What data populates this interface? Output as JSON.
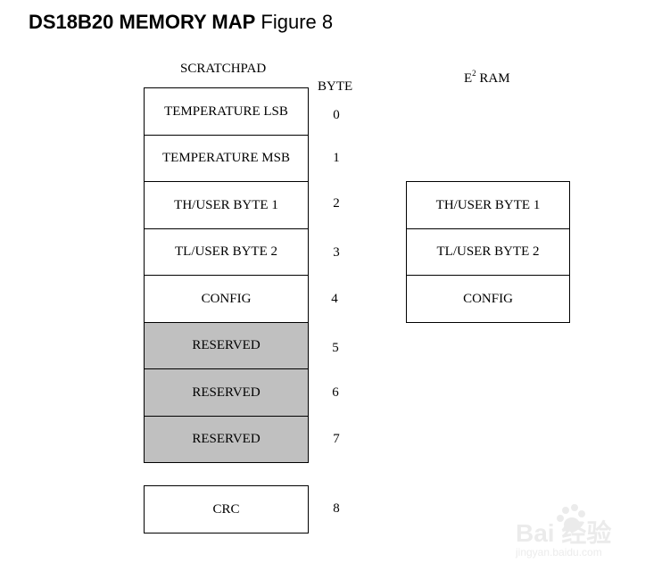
{
  "title": {
    "bold_part": "DS18B20 MEMORY MAP",
    "normal_part": "Figure 8"
  },
  "scratchpad": {
    "header": "SCRATCHPAD",
    "byte_header": "BYTE",
    "cells": [
      {
        "label": "TEMPERATURE LSB",
        "byte": "0",
        "reserved": false
      },
      {
        "label": "TEMPERATURE MSB",
        "byte": "1",
        "reserved": false
      },
      {
        "label": "TH/USER BYTE 1",
        "byte": "2",
        "reserved": false
      },
      {
        "label": "TL/USER BYTE 2",
        "byte": "3",
        "reserved": false
      },
      {
        "label": "CONFIG",
        "byte": "4",
        "reserved": false
      },
      {
        "label": "RESERVED",
        "byte": "5",
        "reserved": true
      },
      {
        "label": "RESERVED",
        "byte": "6",
        "reserved": true
      },
      {
        "label": "RESERVED",
        "byte": "7",
        "reserved": true
      },
      {
        "label": "CRC",
        "byte": "8",
        "reserved": false
      }
    ]
  },
  "eeprom": {
    "header_base": "E",
    "header_sup": "2",
    "header_rest": " RAM",
    "cells": [
      "TH/USER BYTE 1",
      "TL/USER BYTE 2",
      "CONFIG"
    ]
  },
  "colors": {
    "reserved_fill": "#c0c0c0",
    "border": "#000000"
  },
  "watermark": {
    "text": "Bai 经验",
    "sub": "jingyan.baidu.com"
  }
}
